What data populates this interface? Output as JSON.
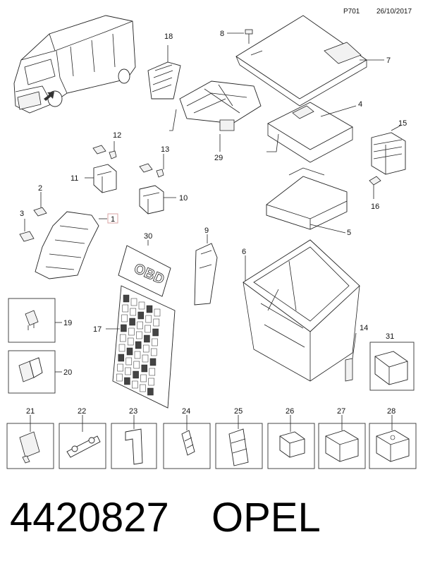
{
  "header": {
    "ref": "P701",
    "date": "26/10/2017"
  },
  "labels": {
    "l1": "1",
    "l2": "2",
    "l3": "3",
    "l4": "4",
    "l5": "5",
    "l6": "6",
    "l7": "7",
    "l8": "8",
    "l9": "9",
    "l10": "10",
    "l11": "11",
    "l12": "12",
    "l13": "13",
    "l14": "14",
    "l15": "15",
    "l16": "16",
    "l17": "17",
    "l18": "18",
    "l19": "19",
    "l20": "20",
    "l21": "21",
    "l22": "22",
    "l23": "23",
    "l24": "24",
    "l25": "25",
    "l26": "26",
    "l27": "27",
    "l28": "28",
    "l29": "29",
    "l30": "30",
    "l31": "31"
  },
  "obd_text": "OBD",
  "footer": {
    "part_number": "4420827",
    "brand": "OPEL"
  },
  "colors": {
    "highlight": "#d9a3a3",
    "line": "#222222"
  }
}
